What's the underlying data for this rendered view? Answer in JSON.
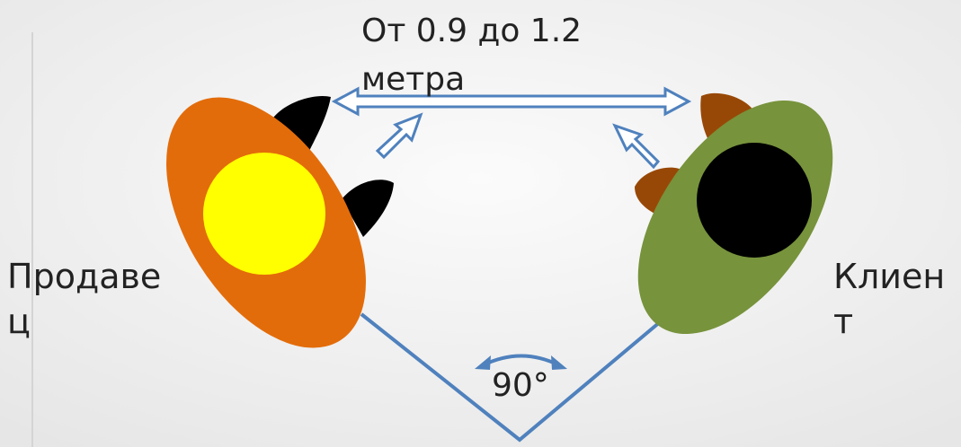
{
  "diagram": {
    "distance_label_line1": "От 0.9 до 1.2",
    "distance_label_line2": "метра",
    "seller_label_line1": "Продаве",
    "seller_label_line2": "ц",
    "client_label_line1": "Клиен",
    "client_label_line2": "т",
    "angle_label": "90°"
  },
  "colors": {
    "background_light": "#fbfbfb",
    "background_dark": "#e6e6e6",
    "seller_body": "#e36c0a",
    "seller_head": "#ffff00",
    "seller_feet": "#000000",
    "client_body": "#77933c",
    "client_head": "#000000",
    "client_feet": "#984806",
    "arrow_fill": "#ffffff",
    "arrow_stroke": "#4f81bd",
    "angle_lines": "#4f81bd"
  }
}
